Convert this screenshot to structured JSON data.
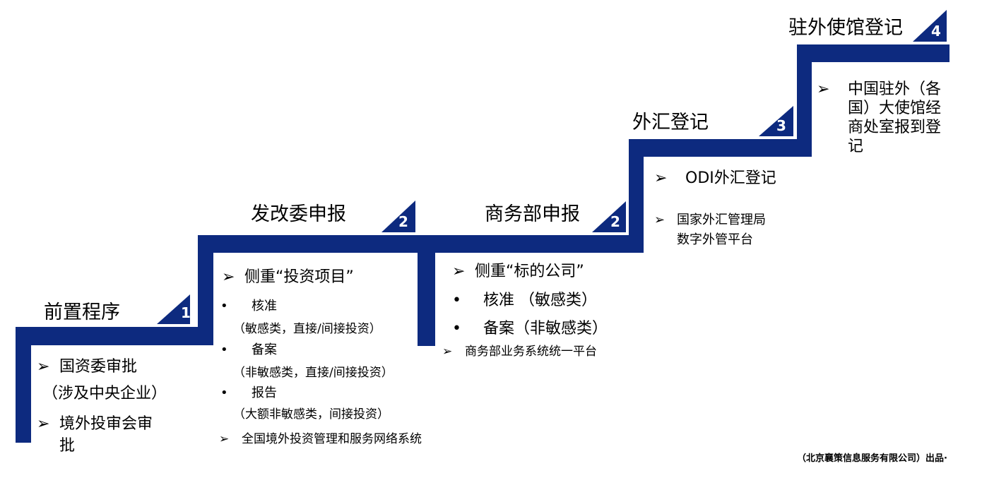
{
  "steps": [
    {
      "title": "前置程序",
      "number": "1",
      "items": [
        "国资委审批",
        "（涉及中央企业）",
        "境外投审会审",
        "批"
      ]
    },
    {
      "title": "发改委申报",
      "number": "2",
      "focus": "侧重“投资项目”",
      "items": [
        {
          "label": "核准",
          "note": "（敏感类，直接/间接投资）"
        },
        {
          "label": "备案",
          "note": "（非敏感类，直接/间接投资）"
        },
        {
          "label": "报告",
          "note": "（大额非敏感类，间接投资）"
        }
      ],
      "system": "全国境外投资管理和服务网络系统"
    },
    {
      "title": "商务部申报",
      "number": "2",
      "focus": "侧重“标的公司”",
      "items": [
        "核准 （敏感类）",
        "备案（非敏感类）"
      ],
      "system": "商务部业务系统统一平台"
    },
    {
      "title": "外汇登记",
      "number": "3",
      "focus": "ODI外汇登记",
      "system_lines": [
        "国家外汇管理局",
        "数字外管平台"
      ]
    },
    {
      "title": "驻外使馆登记",
      "number": "4",
      "items": [
        "中国驻外（各",
        "国）大使馆经",
        "商处室报到登",
        "记"
      ]
    }
  ],
  "markers": {
    "arrow": "➢",
    "bullet": "•"
  },
  "footer": "（北京襄策信息服务有限公司）出品·",
  "colors": {
    "stair": "#0d2a7f",
    "text": "#000000",
    "badge_text": "#ffffff"
  }
}
